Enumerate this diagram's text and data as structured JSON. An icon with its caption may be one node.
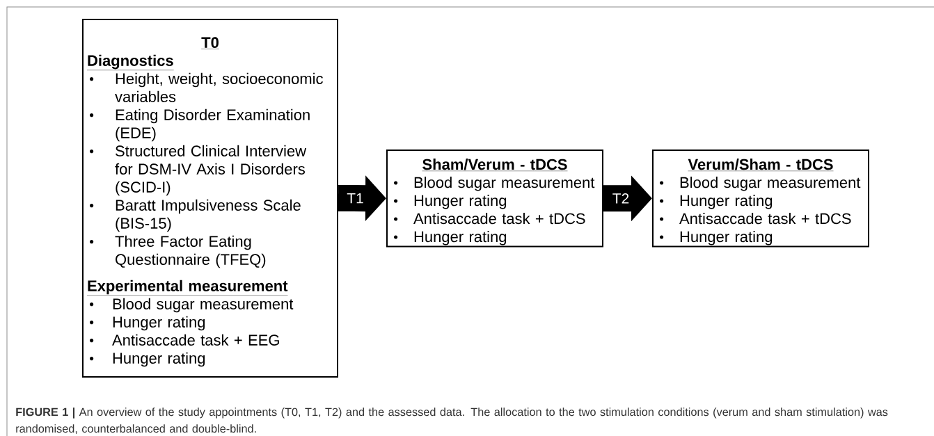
{
  "diagram": {
    "caption": "**FIGURE 1 |** An overview of the study appointments (T0, T1, T2) and the assessed data. The allocation to the two stimulation conditions (verum and sham stimulation) was randomised, counterbalanced and double-blind.",
    "nodes": [
      {
        "text": [
          "T0",
          "Diagnostics",
          "Height, weight, socioeconomic variables",
          "Eating Disorder Examination (EDE)",
          "Structured Clinical Interview for DSM-IV Axis I Disorders (SCID-I)",
          "Baratt Impulsiveness Scale (BIS-15)",
          "Three Factor Eating Questionnaire (TFEQ)",
          "Experimental measurement",
          "Blood sugar measurement",
          "Hunger rating",
          "Antisaccade task + EEG",
          "Hunger rating"
        ]
      },
      {
        "text": [
          "Sham/Verum - tDCS",
          "Blood sugar measurement",
          "Hunger rating",
          "Antisaccade task + tDCS",
          "Hunger rating"
        ]
      },
      {
        "text": [
          "Verum/Sham - tDCS",
          "Blood sugar measurement",
          "Hunger rating",
          "Antisaccade task + tDCS",
          "Hunger rating"
        ]
      }
    ],
    "edges": [
      {
        "from": 0,
        "to": 1,
        "arrow": "to",
        "label": "T1"
      },
      {
        "from": 1,
        "to": 2,
        "arrow": "to",
        "label": "T2"
      }
    ]
  }
}
